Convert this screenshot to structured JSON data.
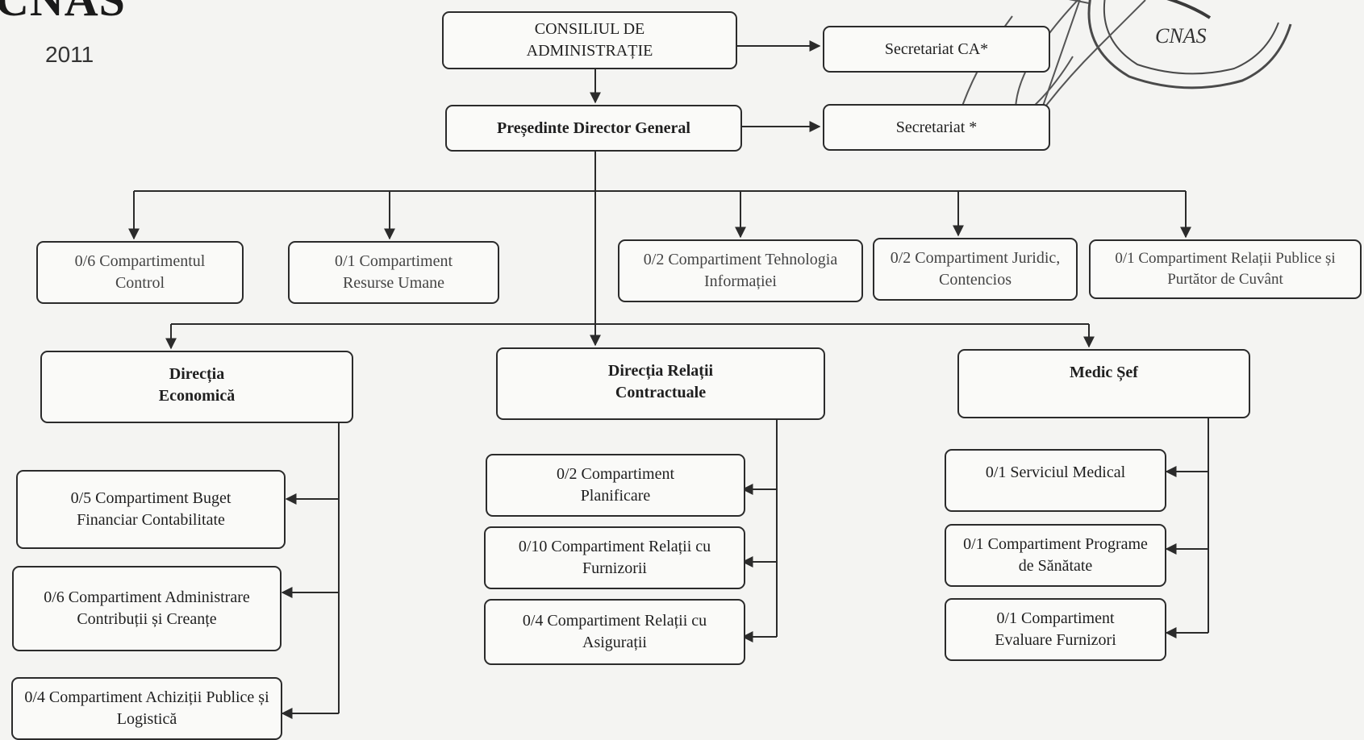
{
  "header": {
    "logo": "CNAS",
    "year": "2011"
  },
  "seal": {
    "text": "CNAS"
  },
  "chart": {
    "board": "CONSILIUL DE ADMINISTRAȚIE",
    "board_secretariat": "Secretariat CA*",
    "president": "Președinte Director General",
    "president_secretariat": "Secretariat *",
    "units": [
      "0/6 Compartimentul Control",
      "0/1 Compartiment Resurse Umane",
      "0/2 Compartiment Tehnologia Informației",
      "0/2 Compartiment Juridic, Contencios",
      "0/1 Compartiment Relații Publice și Purtător de Cuvânt"
    ],
    "directorates": [
      "Direcția Economică",
      "Direcția Relații Contractuale",
      "Medic Șef"
    ],
    "economic_subunits": [
      "0/5 Compartiment Buget Financiar Contabilitate",
      "0/6 Compartiment Administrare Contribuții și Creanțe",
      "0/4 Compartiment Achiziții Publice și Logistică"
    ],
    "contracts_subunits": [
      "0/2 Compartiment Planificare",
      "0/10 Compartiment Relații cu Furnizorii",
      "0/4 Compartiment Relații cu Asigurații"
    ],
    "medical_subunits": [
      "0/1 Serviciul Medical",
      "0/1 Compartiment Programe de Sănătate",
      "0/1 Compartiment Evaluare Furnizori"
    ]
  }
}
